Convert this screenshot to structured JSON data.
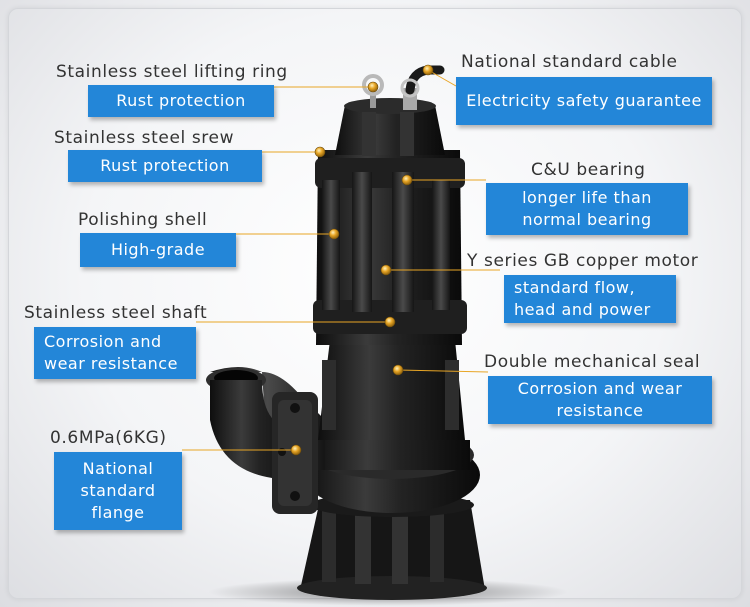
{
  "callouts": {
    "lifting_ring": {
      "title": "Stainless steel lifting ring",
      "lines": [
        "Rust protection"
      ]
    },
    "screw": {
      "title": "Stainless steel srew",
      "lines": [
        "Rust protection"
      ]
    },
    "shell": {
      "title": "Polishing shell",
      "lines": [
        "High-grade"
      ]
    },
    "shaft": {
      "title": "Stainless steel shaft",
      "lines": [
        "Corrosion and",
        "wear resistance"
      ]
    },
    "flange": {
      "title": "0.6MPa(6KG)",
      "lines": [
        "National",
        "standard",
        "flange"
      ]
    },
    "cable": {
      "title": "National standard cable",
      "lines": [
        "Electricity safety guarantee"
      ]
    },
    "bearing": {
      "title": "C&U bearing",
      "lines": [
        "longer life than",
        "normal bearing"
      ]
    },
    "motor": {
      "title": "Y series GB copper motor",
      "lines": [
        "standard flow,",
        "head and power"
      ]
    },
    "seal": {
      "title": "Double mechanical seal",
      "lines": [
        "Corrosion and wear",
        "resistance"
      ]
    }
  },
  "colors": {
    "box_fill": "#2386d8",
    "marker": "#e8a626",
    "pump_body": "#1c1c1c"
  }
}
